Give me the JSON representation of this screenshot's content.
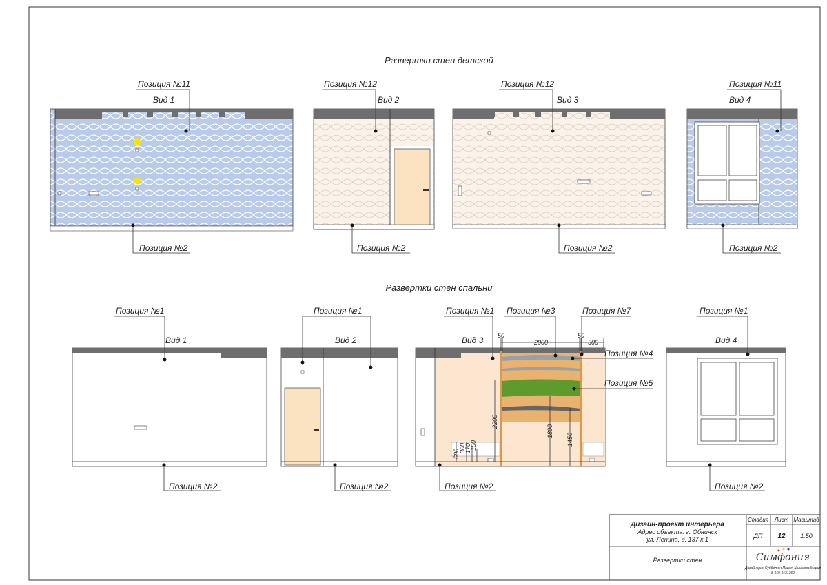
{
  "sections": {
    "kids": "Развертки стен детской",
    "bedroom": "Развертки стен спальни"
  },
  "kids_views": [
    {
      "view": "Вид 1",
      "top_label": "Позиция №11",
      "bottom_label": "Позиция №2"
    },
    {
      "view": "Вид 2",
      "top_label": "Позиция №12",
      "bottom_label": "Позиция №2"
    },
    {
      "view": "Вид 3",
      "top_label": "Позиция №12",
      "bottom_label": "Позиция №2"
    },
    {
      "view": "Вид 4",
      "top_label": "Позиция №11",
      "bottom_label": "Позиция №2"
    }
  ],
  "bedroom_views": [
    {
      "view": "Вид 1",
      "top_label": "Позиция №1",
      "bottom_label": "Позиция №2"
    },
    {
      "view": "Вид 2",
      "top_label": "Позиция №1",
      "bottom_label": "Позиция №2"
    },
    {
      "view": "Вид 3",
      "top_label": "Позиция №1",
      "bottom_label": "Позиция №2",
      "extra_labels": [
        "Позиция №3",
        "Позиция №7",
        "Позиция №4",
        "Позиция №5"
      ],
      "dimensions": [
        "50",
        "2000",
        "50",
        "500",
        "2200",
        "1800",
        "1450",
        "600",
        "300",
        "170",
        "100"
      ]
    },
    {
      "view": "Вид 4",
      "top_label": "Позиция №1",
      "bottom_label": "Позиция №2"
    }
  ],
  "title_block": {
    "project": "Дизайн-проект интерьера",
    "address1": "Адрес объекта: г. Обнинск",
    "address2": "ул. Ленина, д. 137 к.1",
    "sheet_title": "Развертки стен",
    "stage_label": "Стадия",
    "sheet_label": "Лист",
    "scale_label": "Масштаб",
    "stage": "ДП",
    "sheet": "12",
    "scale": "1:50",
    "logo": "Симфония",
    "designers": "Дизайнеры: Субботин Павел, Шишкова Мария",
    "phone": "8-910-9131369"
  },
  "colors": {
    "blue_wall": "#b9cbe8",
    "beige_wall": "#fbf3ea",
    "peach_wall": "#fde6cf",
    "band": "#6e6e6e",
    "green": "#5f9b2c",
    "wood": "#e9b26f"
  }
}
